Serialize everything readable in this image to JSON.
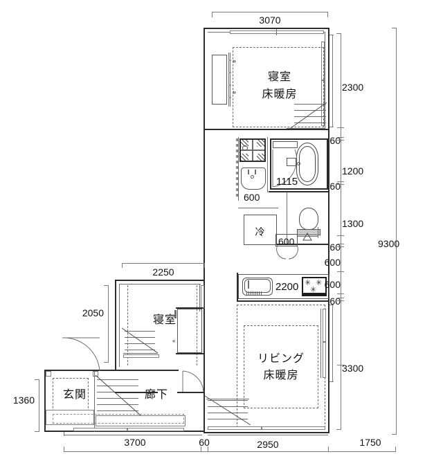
{
  "plan": {
    "type": "floor-plan",
    "title_visible": false,
    "units": "mm",
    "rooms": [
      {
        "id": "bedroom-north",
        "label_lines": [
          "寝室",
          "床暖房"
        ],
        "meaning": "Bedroom with floor heating"
      },
      {
        "id": "bedroom-west",
        "label_lines": [
          "寝室"
        ],
        "meaning": "Bedroom"
      },
      {
        "id": "living",
        "label_lines": [
          "リビング",
          "床暖房"
        ],
        "meaning": "Living room with floor heating"
      },
      {
        "id": "entrance",
        "label_lines": [
          "玄関"
        ],
        "meaning": "Entrance"
      },
      {
        "id": "corridor",
        "label_lines": [
          "廊下"
        ],
        "meaning": "Corridor"
      }
    ],
    "fixture_labels": [
      {
        "id": "bath-unit",
        "text": "1115"
      },
      {
        "id": "washbasin",
        "text": "600"
      },
      {
        "id": "refrigerator",
        "text": "冷"
      },
      {
        "id": "toilet-door",
        "text": "600"
      },
      {
        "id": "kitchen",
        "text": "2200"
      }
    ],
    "dimensions": {
      "top": [
        {
          "text": "3070"
        }
      ],
      "bottom": [
        {
          "text": "3700"
        },
        {
          "text": "60"
        },
        {
          "text": "2950"
        },
        {
          "text": "1750"
        }
      ],
      "left": [
        {
          "text": "2250"
        },
        {
          "text": "2050"
        },
        {
          "text": "1360"
        }
      ],
      "right_inner": [
        {
          "text": "2300"
        },
        {
          "text": "60"
        },
        {
          "text": "1200"
        },
        {
          "text": "60"
        },
        {
          "text": "1300"
        },
        {
          "text": "60"
        },
        {
          "text": "600"
        },
        {
          "text": "600"
        },
        {
          "text": "60"
        },
        {
          "text": "3300"
        }
      ],
      "right_total": [
        {
          "text": "9300"
        }
      ]
    }
  }
}
